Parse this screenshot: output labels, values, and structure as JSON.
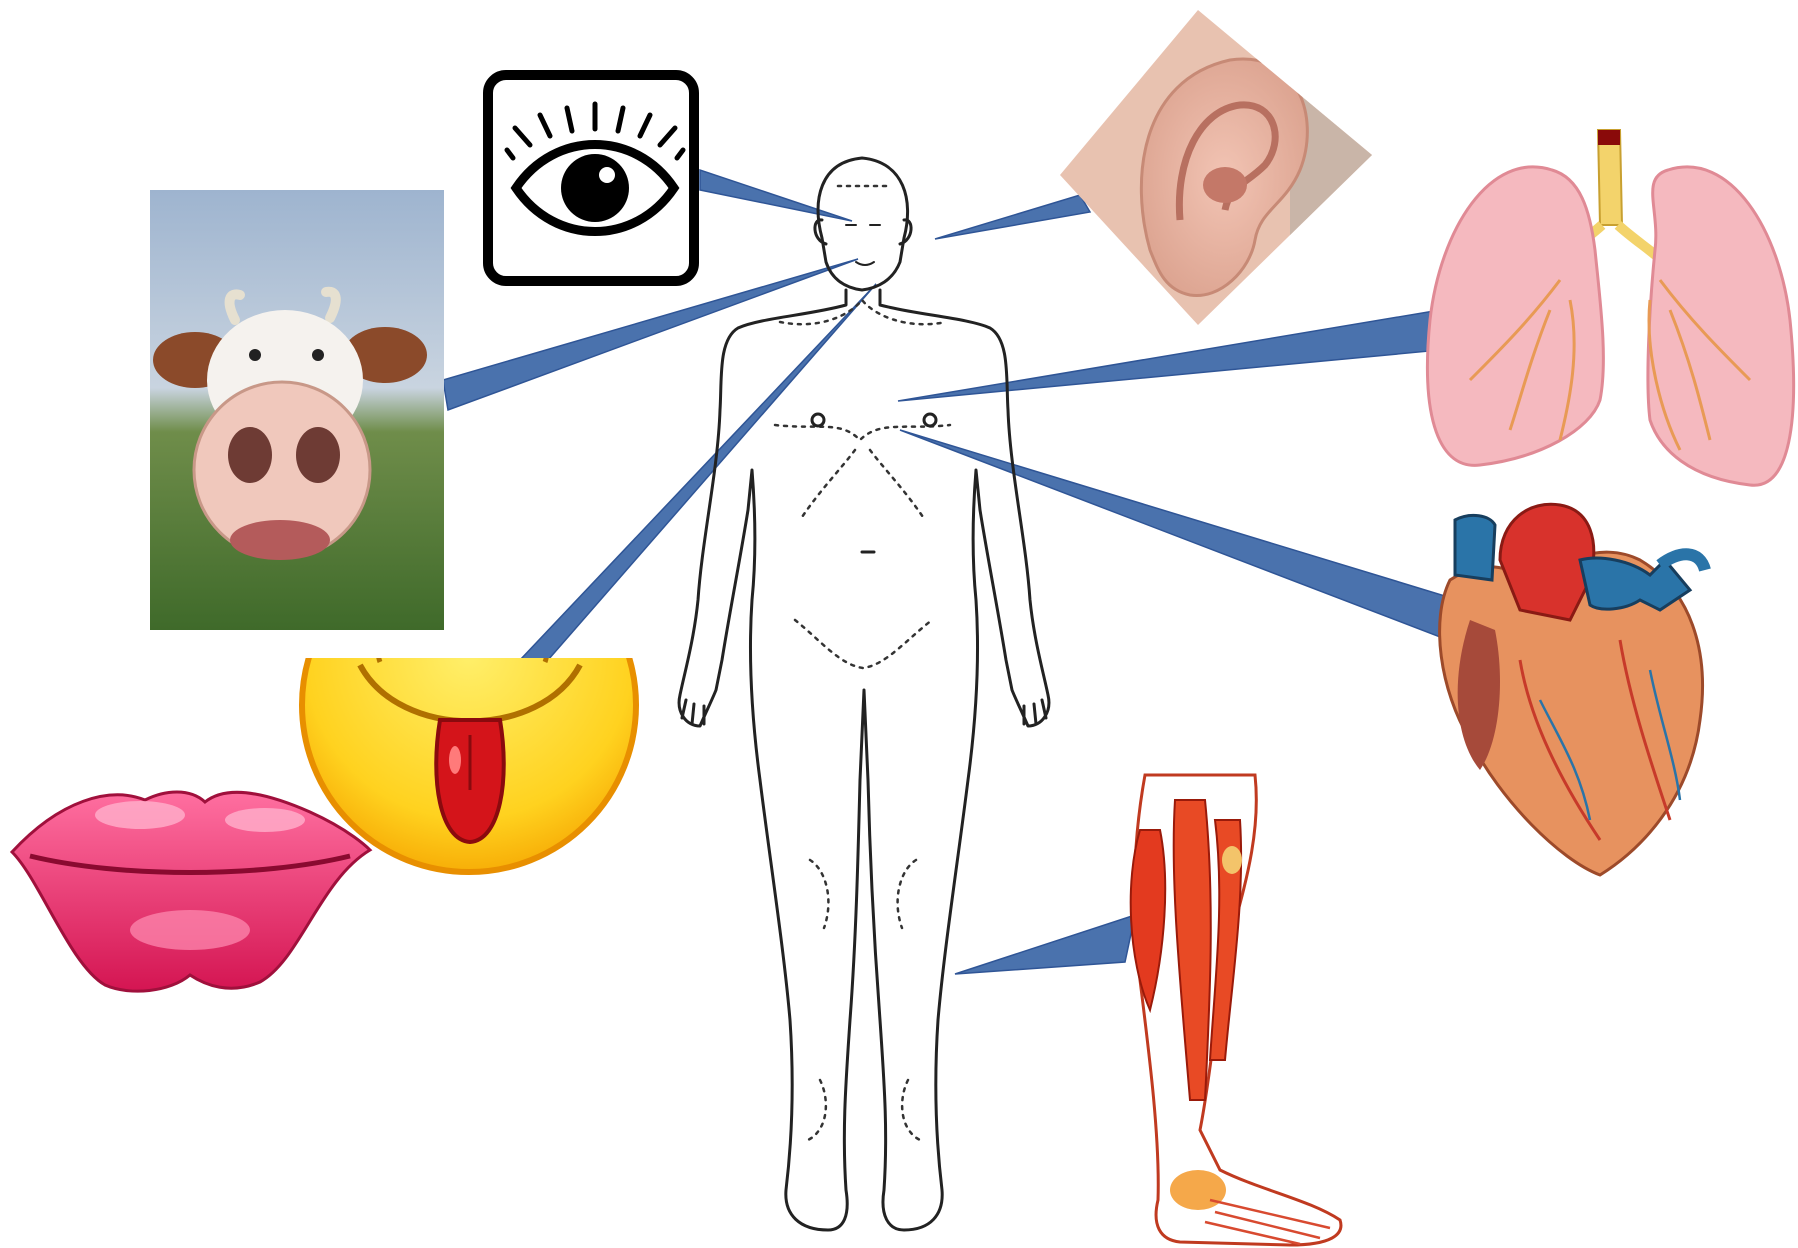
{
  "diagram": {
    "figure": "human-body-outline",
    "organs": [
      {
        "name": "eye",
        "icon": "eye-icon"
      },
      {
        "name": "ear",
        "icon": "ear-icon"
      },
      {
        "name": "nose",
        "icon": "cow-nose-icon"
      },
      {
        "name": "tongue",
        "icon": "tongue-emoji-icon"
      },
      {
        "name": "lips",
        "icon": "lips-icon"
      },
      {
        "name": "lungs",
        "icon": "lungs-icon"
      },
      {
        "name": "heart",
        "icon": "heart-icon"
      },
      {
        "name": "leg-muscles",
        "icon": "leg-muscles-icon"
      }
    ],
    "colors": {
      "callout": "#4a72ad",
      "lips": "#e0245e",
      "emoji": "#ffd21f",
      "tongue": "#d4141a",
      "lung": "#f5b9bf",
      "heart_red": "#d8322c",
      "heart_blue": "#2a74a8",
      "muscle": "#e33a1f"
    }
  }
}
